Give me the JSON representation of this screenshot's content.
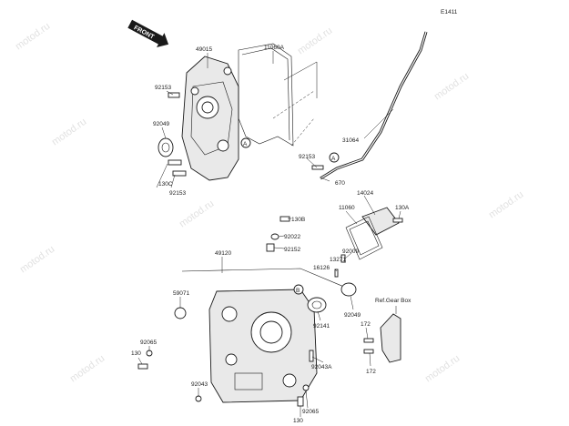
{
  "diagram": {
    "code": "E1411",
    "front_label": "FRONT",
    "watermark": "motod.ru",
    "ref_note": "Ref.Gear Box",
    "callout_a": "A",
    "callout_b": "B",
    "labels": {
      "p49015": "49015",
      "p11060a": "11060A",
      "p92153_top": "92153",
      "p92049_left": "92049",
      "p92153_left": "92153",
      "p130c": "130C",
      "p31064": "31064",
      "p92153_mid": "92153",
      "p670": "670",
      "p14024": "14024",
      "p11060": "11060",
      "p130a": "130A",
      "p130b": "130B",
      "p92022": "92022",
      "p92152": "92152",
      "p49120": "49120",
      "p92009": "92009",
      "p13271": "13271",
      "p16126": "16126",
      "p59071": "59071",
      "p92049_right": "92049",
      "p92141": "92141",
      "p172_top": "172",
      "p172_bottom": "172",
      "p92043a": "92043A",
      "p92065_left": "92065",
      "p130_left": "130",
      "p92043": "92043",
      "p92065_bottom": "92065",
      "p130_bottom": "130"
    }
  }
}
